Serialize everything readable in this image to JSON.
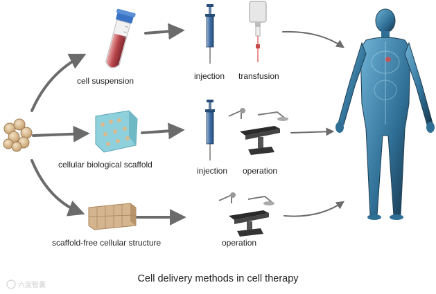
{
  "labels": {
    "cell_suspension": "cell suspension",
    "cellular_scaffold": "cellular biological scaffold",
    "scaffold_free": "scaffold-free cellular structure",
    "injection_1": "injection",
    "transfusion": "transfusion",
    "injection_2": "injection",
    "operation_1": "operation",
    "operation_2": "operation"
  },
  "caption": "Cell delivery methods in cell  therapy",
  "watermark_text": "六度智囊",
  "colors": {
    "arrow": "#6b6b6b",
    "cell_fill": "#d9b98c",
    "cell_edge": "#9a7a52",
    "tube_liquid": "#b8454a",
    "tube_cap": "#3a73c6",
    "scaffold_blue": "#8ed0dc",
    "scaffold_tan": "#d4b58f",
    "body_blue": "#2f6f96",
    "body_dark": "#1d3d52"
  }
}
